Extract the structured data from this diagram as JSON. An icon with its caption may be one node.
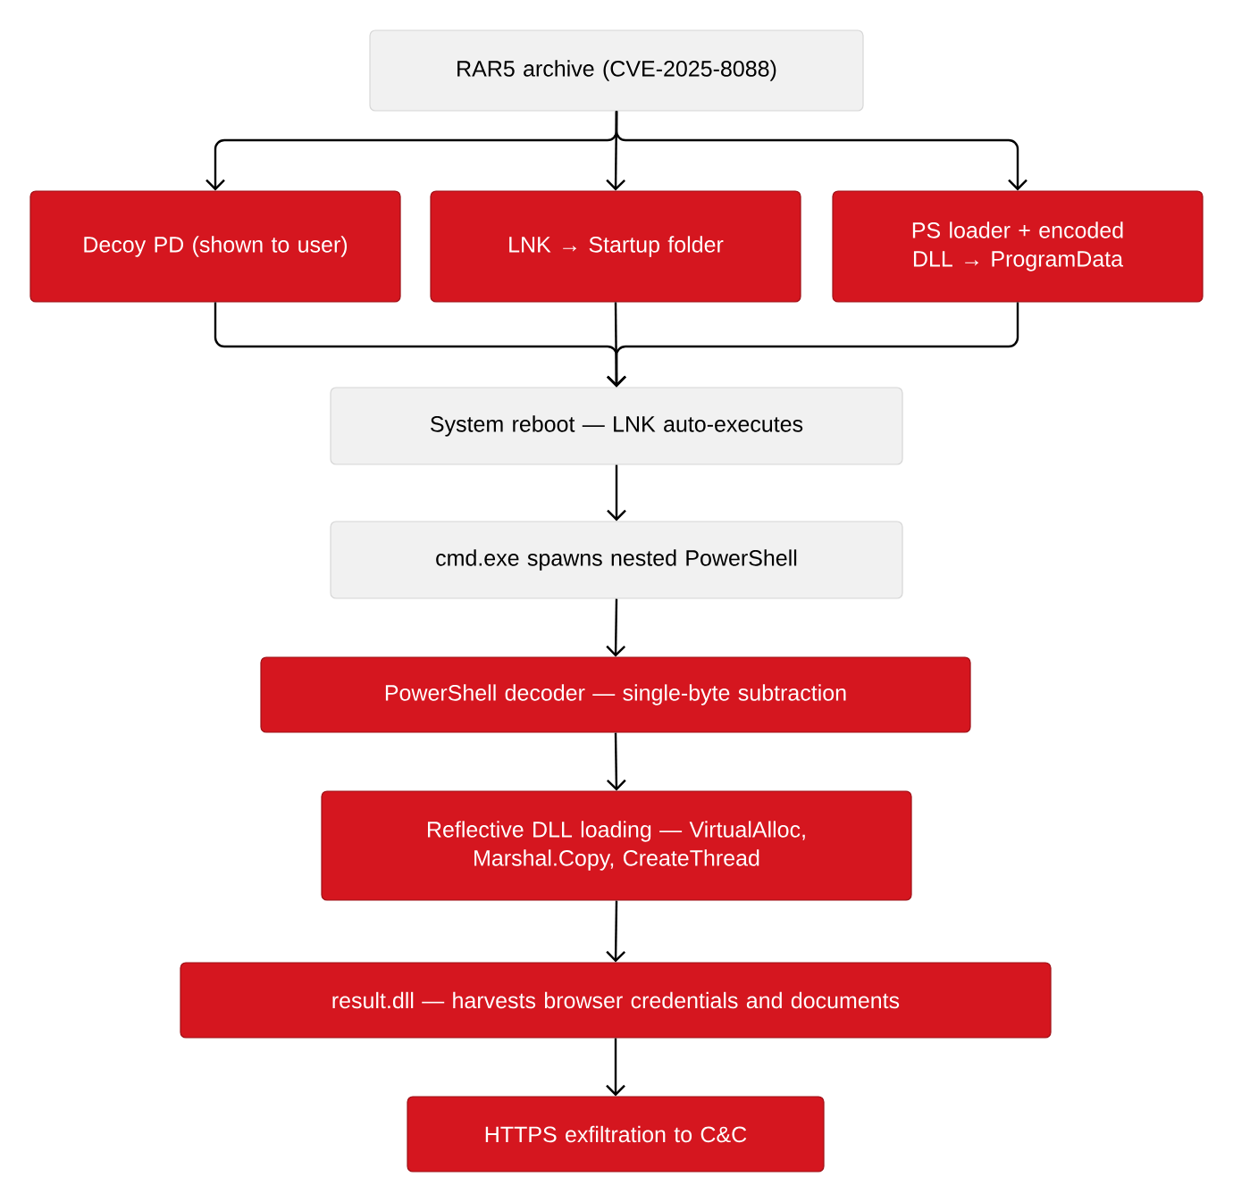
{
  "diagram": {
    "nodes": [
      {
        "text": [
          "RAR5 archive (CVE-2025-8088)"
        ]
      },
      {
        "text": [
          "Decoy PD (shown to user)"
        ]
      },
      {
        "text": [
          "LNK → Startup folder"
        ]
      },
      {
        "text": [
          "PS loader + encoded DLL → ProgramData"
        ]
      },
      {
        "text": [
          "System reboot — LNK auto-executes"
        ]
      },
      {
        "text": [
          "cmd.exe spawns nested PowerShell"
        ]
      },
      {
        "text": [
          "PowerShell decoder — single-byte subtraction"
        ]
      },
      {
        "text": [
          "Reflective DLL loading — VirtualAlloc, Marshal.Copy, CreateThread"
        ]
      },
      {
        "text": [
          "result.dll — harvests browser credentials and documents"
        ]
      },
      {
        "text": [
          "HTTPS exfiltration to C&C"
        ]
      }
    ],
    "edges": [
      {
        "from": 0,
        "to": 1,
        "arrow": "to"
      },
      {
        "from": 0,
        "to": 2,
        "arrow": "to"
      },
      {
        "from": 0,
        "to": 3,
        "arrow": "to"
      },
      {
        "from": 1,
        "to": 4,
        "arrow": "to"
      },
      {
        "from": 2,
        "to": 4,
        "arrow": "to"
      },
      {
        "from": 3,
        "to": 4,
        "arrow": "to"
      },
      {
        "from": 4,
        "to": 5,
        "arrow": "to"
      },
      {
        "from": 5,
        "to": 6,
        "arrow": "to"
      },
      {
        "from": 6,
        "to": 7,
        "arrow": "to"
      },
      {
        "from": 7,
        "to": 8,
        "arrow": "to"
      },
      {
        "from": 8,
        "to": 9,
        "arrow": "to"
      }
    ]
  }
}
